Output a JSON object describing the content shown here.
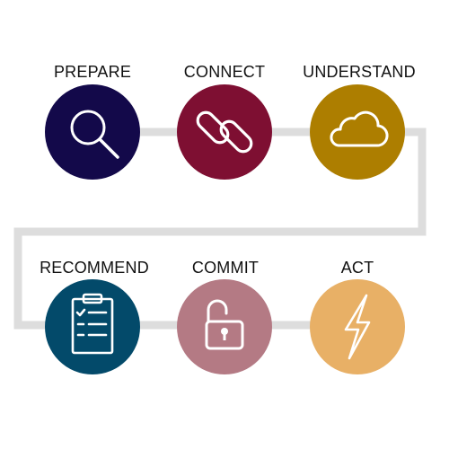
{
  "steps": [
    {
      "label": "PREPARE",
      "color": "#13094a",
      "icon": "magnifier-icon"
    },
    {
      "label": "CONNECT",
      "color": "#7e0f32",
      "icon": "chain-link-icon"
    },
    {
      "label": "UNDERSTAND",
      "color": "#ad7e00",
      "icon": "cloud-icon"
    },
    {
      "label": "RECOMMEND",
      "color": "#034a6a",
      "icon": "clipboard-checklist-icon"
    },
    {
      "label": "COMMIT",
      "color": "#b47a84",
      "icon": "unlocked-padlock-icon"
    },
    {
      "label": "ACT",
      "color": "#e8b066",
      "icon": "lightning-bolt-icon"
    }
  ],
  "connector_color": "#dddddd"
}
